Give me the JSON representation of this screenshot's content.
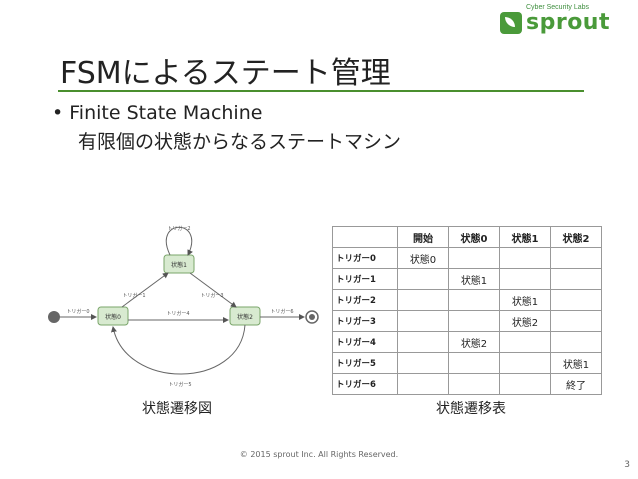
{
  "logo": {
    "subtitle": "Cyber Security Labs",
    "word": "sprout"
  },
  "slide": {
    "title": "FSMによるステート管理",
    "bullet_line1": "• Finite State Machine",
    "bullet_line2": "有限個の状態からなるステートマシン"
  },
  "diagram": {
    "states": [
      "状態0",
      "状態1",
      "状態2"
    ],
    "edges": [
      "トリガー0",
      "トリガー1",
      "トリガー2",
      "トリガー3",
      "トリガー4",
      "トリガー5",
      "トリガー6"
    ],
    "caption": "状態遷移図"
  },
  "table": {
    "headers": [
      "開始",
      "状態0",
      "状態1",
      "状態2"
    ],
    "rows": [
      {
        "label": "トリガー0",
        "cells": [
          "状態0",
          "",
          "",
          ""
        ]
      },
      {
        "label": "トリガー1",
        "cells": [
          "",
          "状態1",
          "",
          ""
        ]
      },
      {
        "label": "トリガー2",
        "cells": [
          "",
          "",
          "状態1",
          ""
        ]
      },
      {
        "label": "トリガー3",
        "cells": [
          "",
          "",
          "状態2",
          ""
        ]
      },
      {
        "label": "トリガー4",
        "cells": [
          "",
          "状態2",
          "",
          ""
        ]
      },
      {
        "label": "トリガー5",
        "cells": [
          "",
          "",
          "",
          "状態1"
        ]
      },
      {
        "label": "トリガー6",
        "cells": [
          "",
          "",
          "",
          "終了"
        ]
      }
    ],
    "caption": "状態遷移表"
  },
  "footer": {
    "copyright": "© 2015 sprout Inc. All Rights Reserved.",
    "page": "3"
  }
}
